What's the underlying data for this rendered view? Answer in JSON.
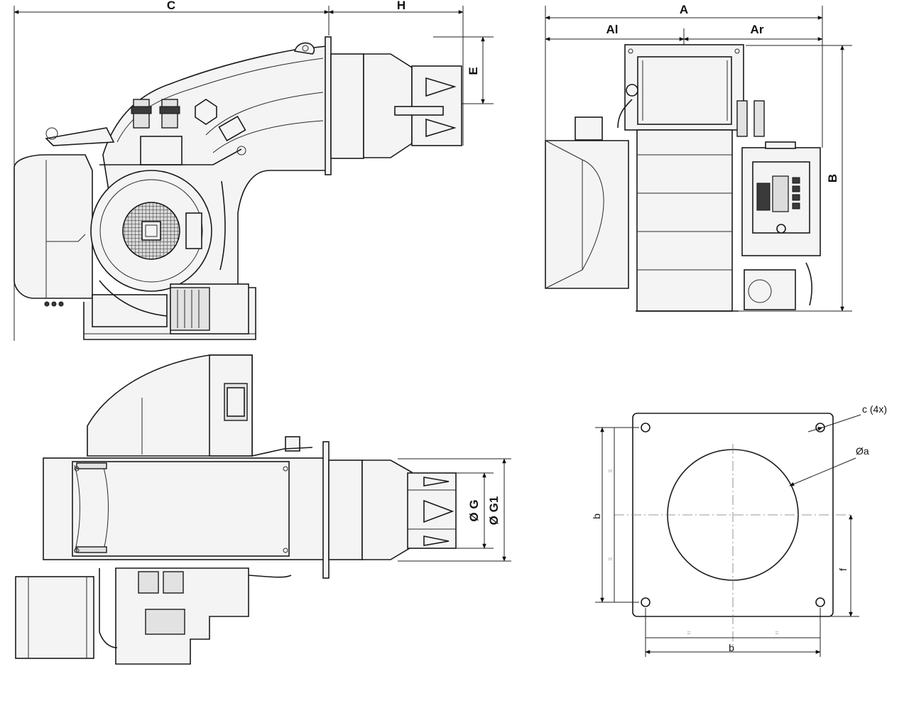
{
  "labels": {
    "C": "C",
    "H": "H",
    "E": "E",
    "A": "A",
    "Al": "Al",
    "Ar": "Ar",
    "B": "B",
    "G": "Ø G",
    "G1": "Ø G1",
    "c4x": "c (4x)",
    "oa": "Øa",
    "b_vertical": "b",
    "b_horizontal": "b",
    "f": "f",
    "equal": "="
  }
}
